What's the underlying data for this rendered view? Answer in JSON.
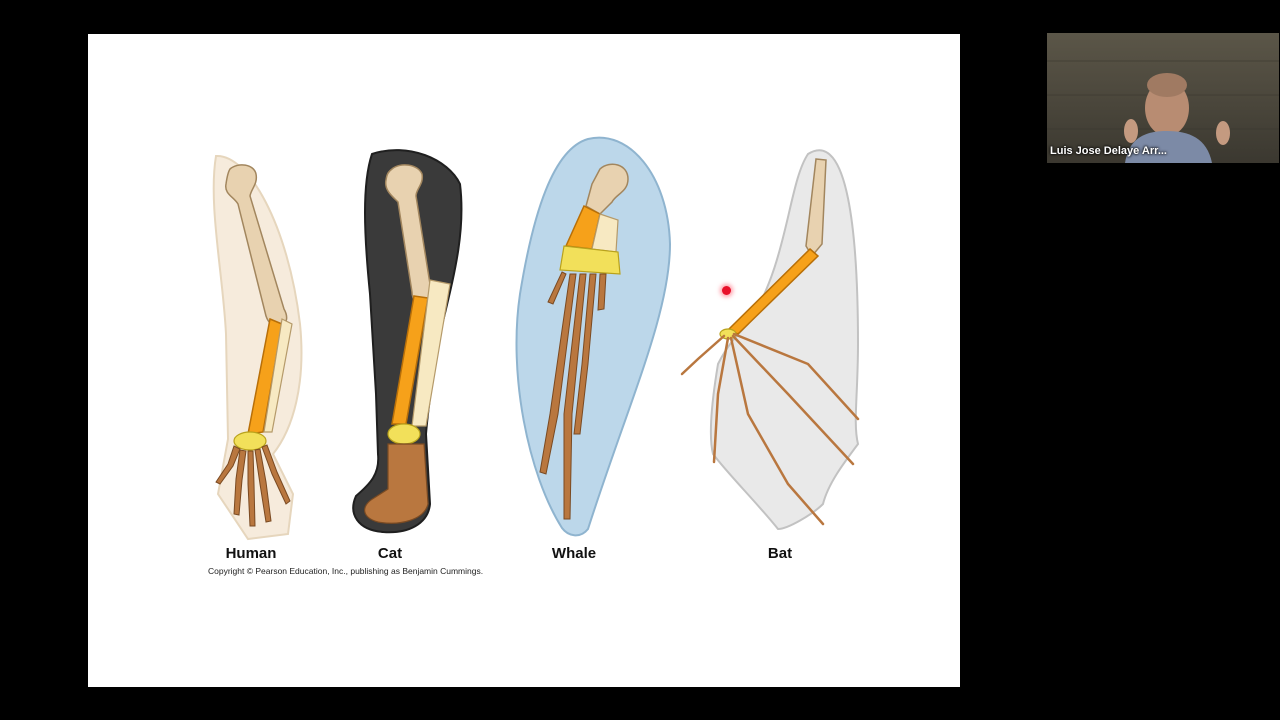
{
  "slide": {
    "labels": {
      "human": "Human",
      "cat": "Cat",
      "whale": "Whale",
      "bat": "Bat"
    },
    "copyright": "Copyright © Pearson Education, Inc., publishing as Benjamin Cummings."
  },
  "participant": {
    "name": "Luis Jose Delaye Arr..."
  },
  "colors": {
    "humerus": "#e8d2b0",
    "radius": "#f6a11a",
    "ulna": "#f7e9c2",
    "carpals": "#f2e05a",
    "phalanges": "#b9773f",
    "whale_skin": "#bcd7ea",
    "cat_fur": "#3a3a3a",
    "bat_membrane": "#e9e9e9"
  }
}
